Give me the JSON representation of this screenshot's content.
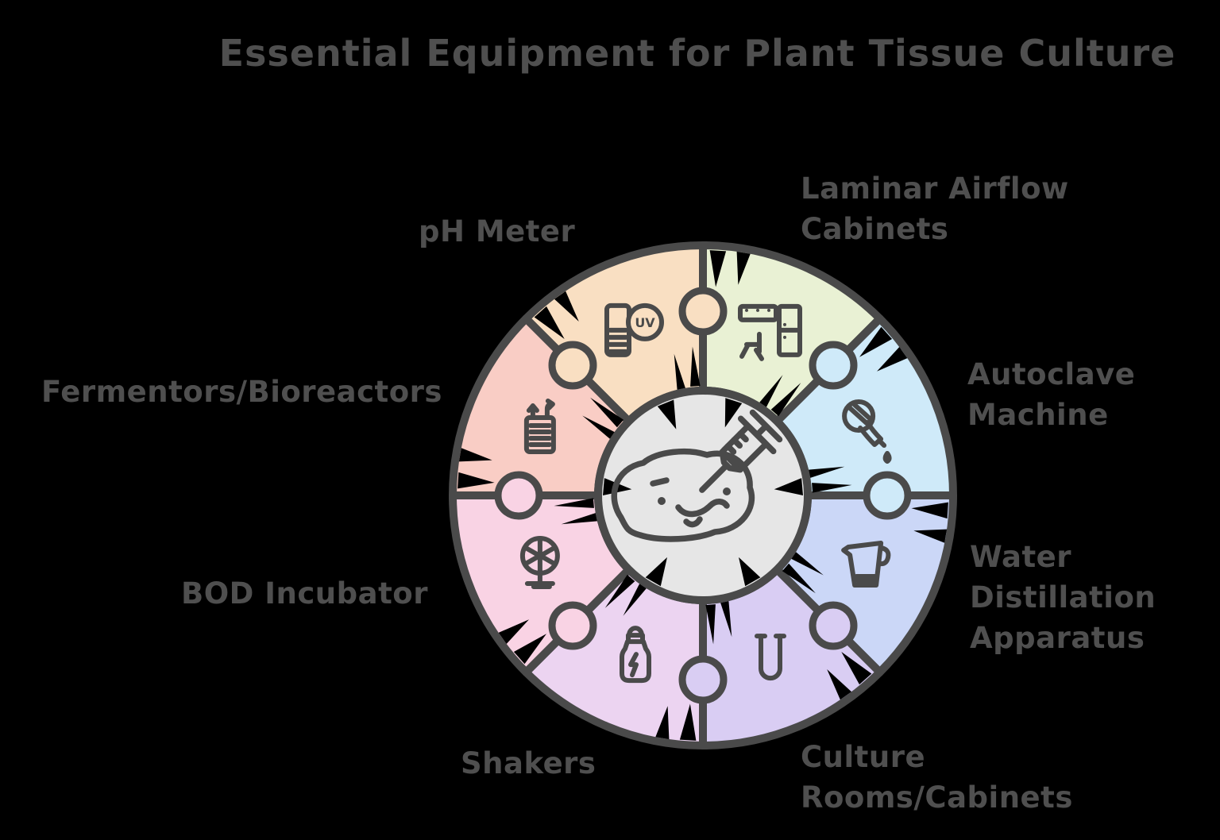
{
  "title": "Essential Equipment for Plant Tissue Culture",
  "colors": {
    "background": "#000000",
    "outline": "#4a4a4a",
    "label": "#4f4f4f",
    "center_fill": "#e6e6e6",
    "notch": "#000000"
  },
  "center_icon": "syringe-injecting-plant-tissue-icon",
  "chart_data": {
    "type": "diagram",
    "subtype": "puzzle-wheel",
    "title": "Essential Equipment for Plant Tissue Culture",
    "segments": [
      {
        "label": "pH Meter",
        "icon": "ph-meter-uv-icon",
        "color": "#f9dfc2"
      },
      {
        "label": "Laminar Airflow Cabinets",
        "icon": "laminar-airflow-cabinet-icon",
        "color": "#e9f1d4"
      },
      {
        "label": "Autoclave Machine",
        "icon": "autoclave-dropper-icon",
        "color": "#cfeaf9"
      },
      {
        "label": "Water Distillation Apparatus",
        "icon": "measuring-jug-icon",
        "color": "#cbd7f7"
      },
      {
        "label": "Culture Rooms/Cabinets",
        "icon": "test-tube-icon",
        "color": "#d9cdf3"
      },
      {
        "label": "Shakers",
        "icon": "shaker-bottle-icon",
        "color": "#ecd4f1"
      },
      {
        "label": "BOD Incubator",
        "icon": "fan-incubator-icon",
        "color": "#f9d3e4"
      },
      {
        "label": "Fermentors/Bioreactors",
        "icon": "fermentor-vessel-icon",
        "color": "#f9cdc5"
      }
    ]
  }
}
